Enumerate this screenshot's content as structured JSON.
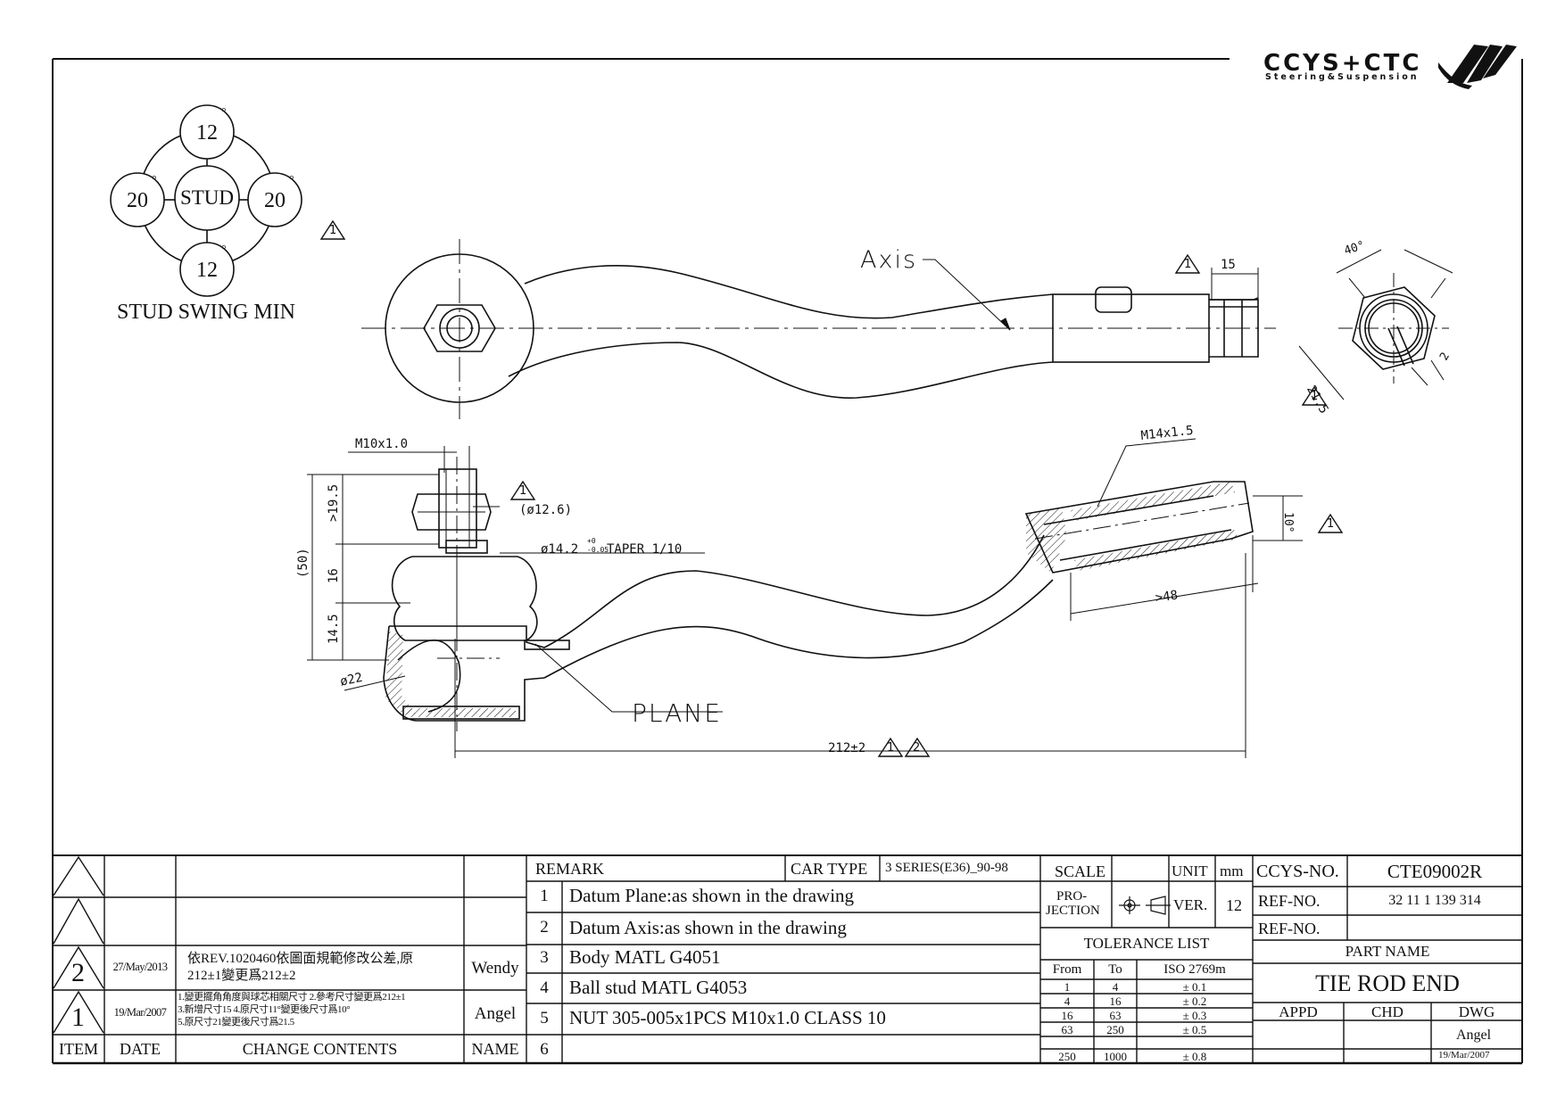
{
  "logo": {
    "name": "CCYS+CTC",
    "tagline": "Steering&Suspension"
  },
  "stud_swing": {
    "top": "12",
    "bottom": "12",
    "left": "20",
    "right": "20",
    "center": "STUD",
    "degree": "°",
    "caption": "STUD SWING MIN"
  },
  "revision_marks": {
    "rev1": "1",
    "rev2": "2"
  },
  "dimensions": {
    "axis_label": "Axis",
    "plane_label": "PLANE",
    "thread_nut": "M10x1.0",
    "thread_shank": "M14x1.5",
    "ball_dia": "(ø12.6)",
    "taper": "ø14.2",
    "taper_tol_upper": "+0",
    "taper_tol_lower": "-0.05",
    "taper_suffix": "TAPER 1/10",
    "height_total": "(50)",
    "height_top": ">19.5",
    "height_mid": "16",
    "height_bottom": "14.5",
    "ball_housing": "ø22",
    "length": "212±2",
    "slot_len": "15",
    "slot_angle": "40°",
    "end_width": "21.5",
    "slot_gap": "2",
    "bend_angle": "10°",
    "thread_len": ">48"
  },
  "title_block": {
    "revisions": [
      {
        "mark": "2",
        "date": "27/May/2013",
        "contents": [
          "依REV.1020460依圖面規範修改公差,原",
          "212±1變更爲212±2"
        ],
        "name": "Wendy"
      },
      {
        "mark": "1",
        "date": "19/Mar/2007",
        "contents": [
          "1.變更擺角角度與球芯相關尺寸 2.參考尺寸變更爲212±1",
          "3.新增尺寸15 4.原尺寸11°變更後尺寸爲10°",
          "5.原尺寸21變更後尺寸爲21.5"
        ],
        "name": "Angel"
      }
    ],
    "headers": {
      "item": "ITEM",
      "date": "DATE",
      "change_contents": "CHANGE CONTENTS",
      "name": "NAME"
    },
    "remark_label": "REMARK",
    "car_type_label": "CAR TYPE",
    "car_type": "3 SERIES(E36)_90-98",
    "remarks": [
      {
        "no": "1",
        "text": "Datum Plane:as shown in the drawing"
      },
      {
        "no": "2",
        "text": "Datum Axis:as shown in the drawing"
      },
      {
        "no": "3",
        "text": "Body MATL G4051"
      },
      {
        "no": "4",
        "text": "Ball stud MATL G4053"
      },
      {
        "no": "5",
        "text": "NUT 305-005x1PCS M10x1.0 CLASS 10"
      },
      {
        "no": "6",
        "text": ""
      }
    ],
    "scale_label": "SCALE",
    "unit_label": "UNIT",
    "unit": "mm",
    "projection_label_1": "PRO-",
    "projection_label_2": "JECTION",
    "ver_label": "VER.",
    "ver": "12",
    "tolerance_label": "TOLERANCE LIST",
    "tolerance_headers": {
      "from": "From",
      "to": "To",
      "std": "ISO 2769m"
    },
    "tolerances": [
      {
        "from": "1",
        "to": "4",
        "tol": "± 0.1"
      },
      {
        "from": "4",
        "to": "16",
        "tol": "± 0.2"
      },
      {
        "from": "16",
        "to": "63",
        "tol": "± 0.3"
      },
      {
        "from": "63",
        "to": "250",
        "tol": "± 0.5"
      },
      {
        "from": "250",
        "to": "1000",
        "tol": "± 0.8"
      }
    ],
    "ccys_no_label": "CCYS-NO.",
    "ccys_no": "CTE09002R",
    "ref_no_label": "REF-NO.",
    "ref_no_1": "32 11 1 139 314",
    "ref_no_2": "",
    "part_name_label": "PART NAME",
    "part_name": "TIE ROD END",
    "appd_label": "APPD",
    "chd_label": "CHD",
    "dwg_label": "DWG",
    "dwg_by": "Angel",
    "dwg_date": "19/Mar/2007"
  }
}
